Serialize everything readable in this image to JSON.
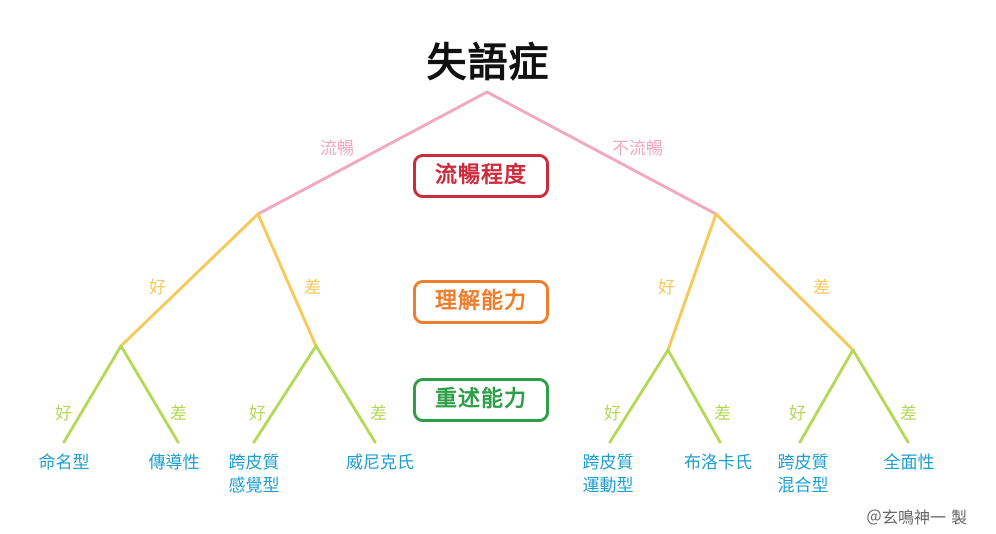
{
  "title": "失語症",
  "colors": {
    "level1": "#f2a9bf",
    "level2": "#f6c95a",
    "level3": "#b5d957",
    "leaf": "#1c9fd0",
    "criterion_fluency": "#cc2b3c",
    "criterion_comprehension": "#ef7e2c",
    "criterion_repetition": "#2e9e48"
  },
  "criteria": {
    "fluency": "流暢程度",
    "comprehension": "理解能力",
    "repetition": "重述能力"
  },
  "branches": {
    "level1": [
      "流暢",
      "不流暢"
    ],
    "level2": [
      "好",
      "差",
      "好",
      "差"
    ],
    "level3": [
      "好",
      "差",
      "好",
      "差",
      "好",
      "差",
      "好",
      "差"
    ]
  },
  "leaves": [
    {
      "line1": "命名型",
      "line2": ""
    },
    {
      "line1": "傳導性",
      "line2": ""
    },
    {
      "line1": "跨皮質",
      "line2": "感覺型"
    },
    {
      "line1": "威尼克氏",
      "line2": ""
    },
    {
      "line1": "跨皮質",
      "line2": "運動型"
    },
    {
      "line1": "布洛卡氏",
      "line2": ""
    },
    {
      "line1": "跨皮質",
      "line2": "混合型"
    },
    {
      "line1": "全面性",
      "line2": ""
    }
  ],
  "credit": "＠玄鳴神一 製"
}
